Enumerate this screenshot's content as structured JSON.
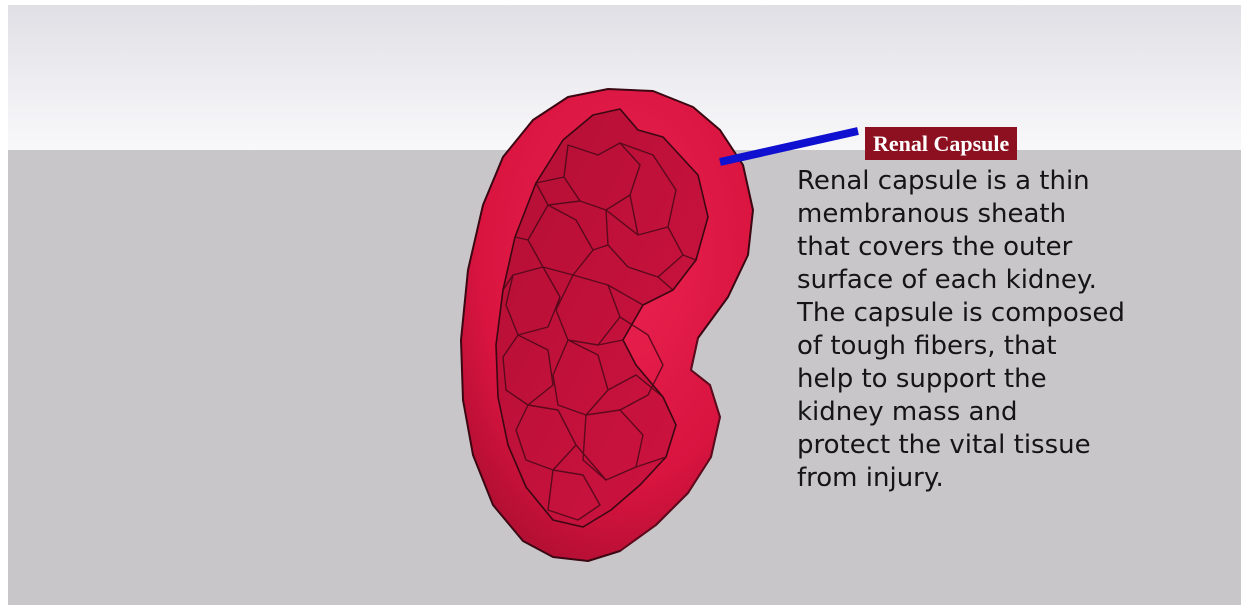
{
  "callout": {
    "title": "Renal Capsule",
    "description_lines": [
      "Renal capsule is a thin",
      "membranous sheath",
      "that covers the outer",
      "surface of each kidney.",
      "The capsule is composed",
      "of tough fibers, that",
      "help to support the",
      "kidney mass and",
      "protect the vital tissue",
      "from injury."
    ]
  },
  "colors": {
    "kidney": "#d8143f",
    "kidney_dark": "#9e0c2c",
    "pointer": "#1010d0",
    "label_background": "#8c1020",
    "ground": "#c8c6c9"
  },
  "icons": {
    "model": "kidney-model-icon",
    "pointer": "pointer-line-icon"
  }
}
